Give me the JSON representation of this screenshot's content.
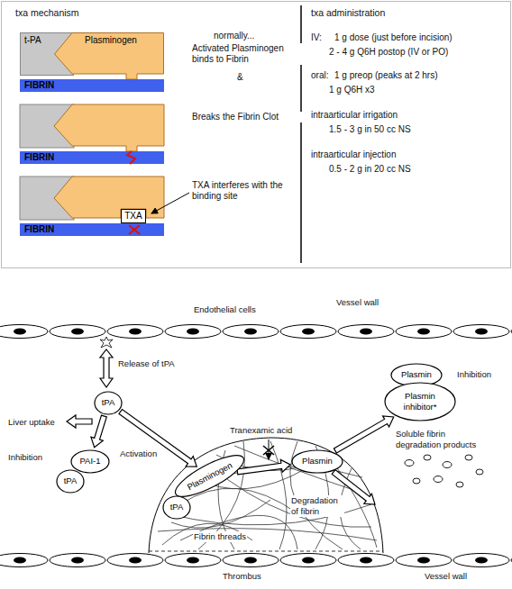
{
  "diagram": {
    "nodes": [
      {
        "text": [
          "t-PA"
        ]
      },
      {
        "text": [
          "Plasminogen"
        ]
      },
      {
        "text": [
          "FIBRIN"
        ]
      },
      {
        "text": [
          "FIBRIN"
        ]
      },
      {
        "text": [
          "TXA"
        ]
      },
      {
        "text": [
          "FIBRIN"
        ]
      },
      {
        "text": [
          "tPA"
        ]
      },
      {
        "text": [
          "PAI-1"
        ]
      },
      {
        "text": [
          "tPA"
        ]
      },
      {
        "text": [
          "Plasminogen"
        ]
      },
      {
        "text": [
          "tPA"
        ]
      },
      {
        "text": [
          "Plasmin"
        ]
      },
      {
        "text": [
          "Plasmin"
        ]
      },
      {
        "text": [
          "Plasmin inhibitor*"
        ]
      }
    ],
    "edges": [
      {
        "from": 6,
        "to": 7,
        "arrow": "to"
      },
      {
        "from": 6,
        "to": 9,
        "arrow": "to"
      },
      {
        "from": 9,
        "to": 11,
        "arrow": "to"
      },
      {
        "from": 11,
        "to": 13,
        "arrow": "to"
      }
    ],
    "labels": [
      "txa mechanism",
      "normally...",
      "Activated Plasminogen binds to Fibrin",
      "&",
      "Breaks the Fibrin Clot",
      "TXA interferes with the binding site",
      "txa administration",
      "IV:",
      "1 g dose (just before incision)",
      "2 - 4 g Q6H postop (IV or PO)",
      "oral:",
      "1 g preop (peaks at 2 hrs)",
      "1 g Q6H x3",
      "intraarticular irrigation",
      "1.5 - 3 g in 50 cc NS",
      "intraarticular injection",
      "0.5 - 2 g in 20 cc NS",
      "Endothelial cells",
      "Vessel wall",
      "Release of tPA",
      "Liver uptake",
      "Inhibition",
      "Activation",
      "Tranexamic acid",
      "Inhibition",
      "Soluble fibrin degradation products",
      "Fibrin threads",
      "Degradation of fibrin",
      "Thrombus",
      "Vessel wall"
    ]
  }
}
